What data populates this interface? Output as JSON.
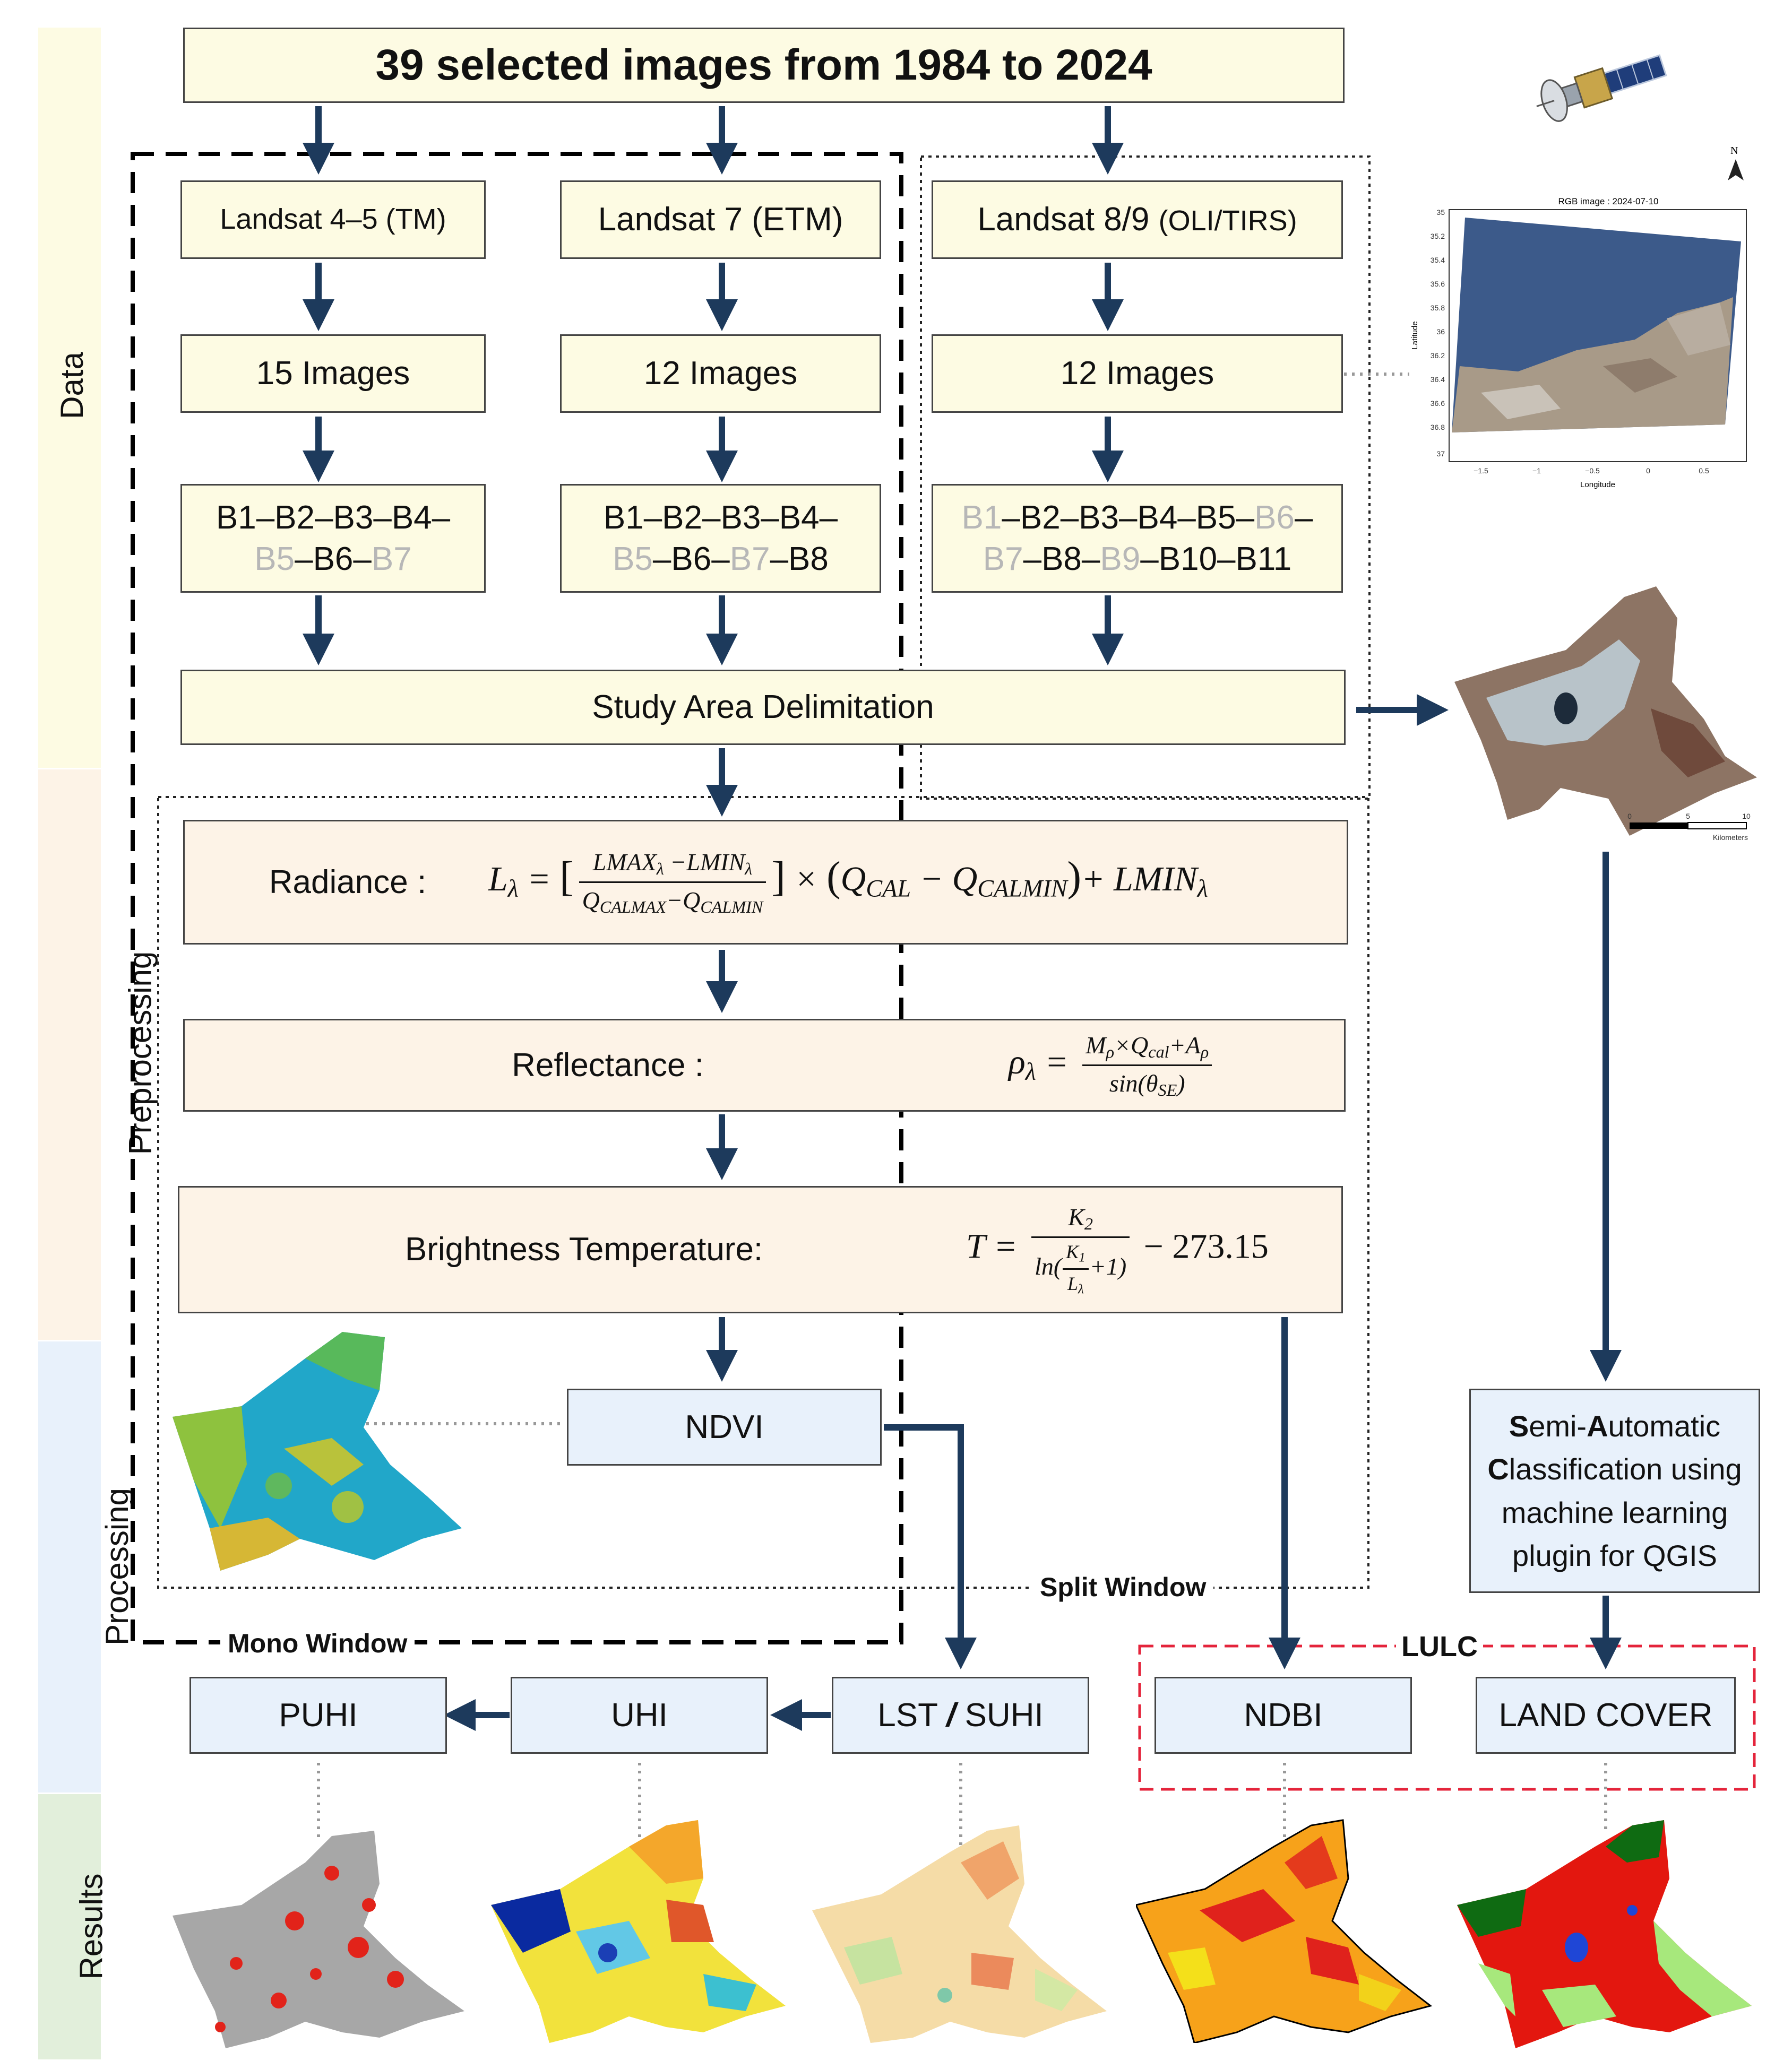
{
  "bands": [
    {
      "label": "Data",
      "color": "#fdfbe3"
    },
    {
      "label": "Preprocessing",
      "color": "#fdf3e7"
    },
    {
      "label": "Processing",
      "color": "#e8f1fb"
    },
    {
      "label": "Results",
      "color": "#e2efdb"
    }
  ],
  "header": "39 selected images from 1984 to 2024",
  "sensors": {
    "tm": {
      "name": "Landsat 4–5 ",
      "tag": "(TM)",
      "images": "15 Images"
    },
    "etm": {
      "name": "Landsat 7 ",
      "tag": "(ETM)",
      "images": "12 Images"
    },
    "oli": {
      "name": "Landsat 8/9 ",
      "tag": "(OLI/TIRS)",
      "images": "12 Images"
    }
  },
  "bands_tm": {
    "l1": [
      "B1",
      "–B2–B3–B4–"
    ],
    "l2": [
      "B5",
      "–B6–",
      "B7"
    ]
  },
  "bands_etm": {
    "l1": [
      "B1–B2–B3–B4–"
    ],
    "l2": [
      "B5",
      "–B6–",
      "B7",
      "–B8"
    ]
  },
  "bands_oli": {
    "l1": [
      "B1",
      "–B2–B3–B4–B5–",
      "B6",
      "–"
    ],
    "l2": [
      "B7",
      "–B8–",
      "B9",
      "–B10–B11"
    ]
  },
  "study_area": "Study Area Delimitation",
  "radiance_label": "Radiance :",
  "reflectance_label": "Reflectance :",
  "bt_label": "Brightness Temperature:",
  "bt_constant": "− 273.15",
  "ndvi": "NDVI",
  "sac": {
    "b1": "S",
    "t1": "emi-",
    "b2": "A",
    "t2": "utomatic",
    "b3": "C",
    "t3": "lassification using",
    "l3": "machine learning",
    "l4": "plugin for QGIS"
  },
  "split_window": "Split Window",
  "mono_window": "Mono Window",
  "lulc": "LULC",
  "puhi": "PUHI",
  "uhi": "UHI",
  "lst": {
    "a": "LST ",
    "sep": "/",
    "b": " SUHI"
  },
  "ndbi": "NDBI",
  "land_cover": "LAND COVER",
  "rgb_map": {
    "title": "RGB image : 2024-07-10",
    "xlabel": "Longitude",
    "ylabel": "Latitude",
    "yticks": [
      "35",
      "35.2",
      "35.4",
      "35.6",
      "35.8",
      "36",
      "36.2",
      "36.4",
      "36.6",
      "36.8",
      "37"
    ],
    "xticks": [
      "−1.5",
      "−1",
      "−0.5",
      "0",
      "0.5"
    ],
    "north": "N"
  },
  "scale_bar": {
    "ticks": [
      "0",
      "5",
      "10"
    ],
    "unit": "Kilometers"
  }
}
